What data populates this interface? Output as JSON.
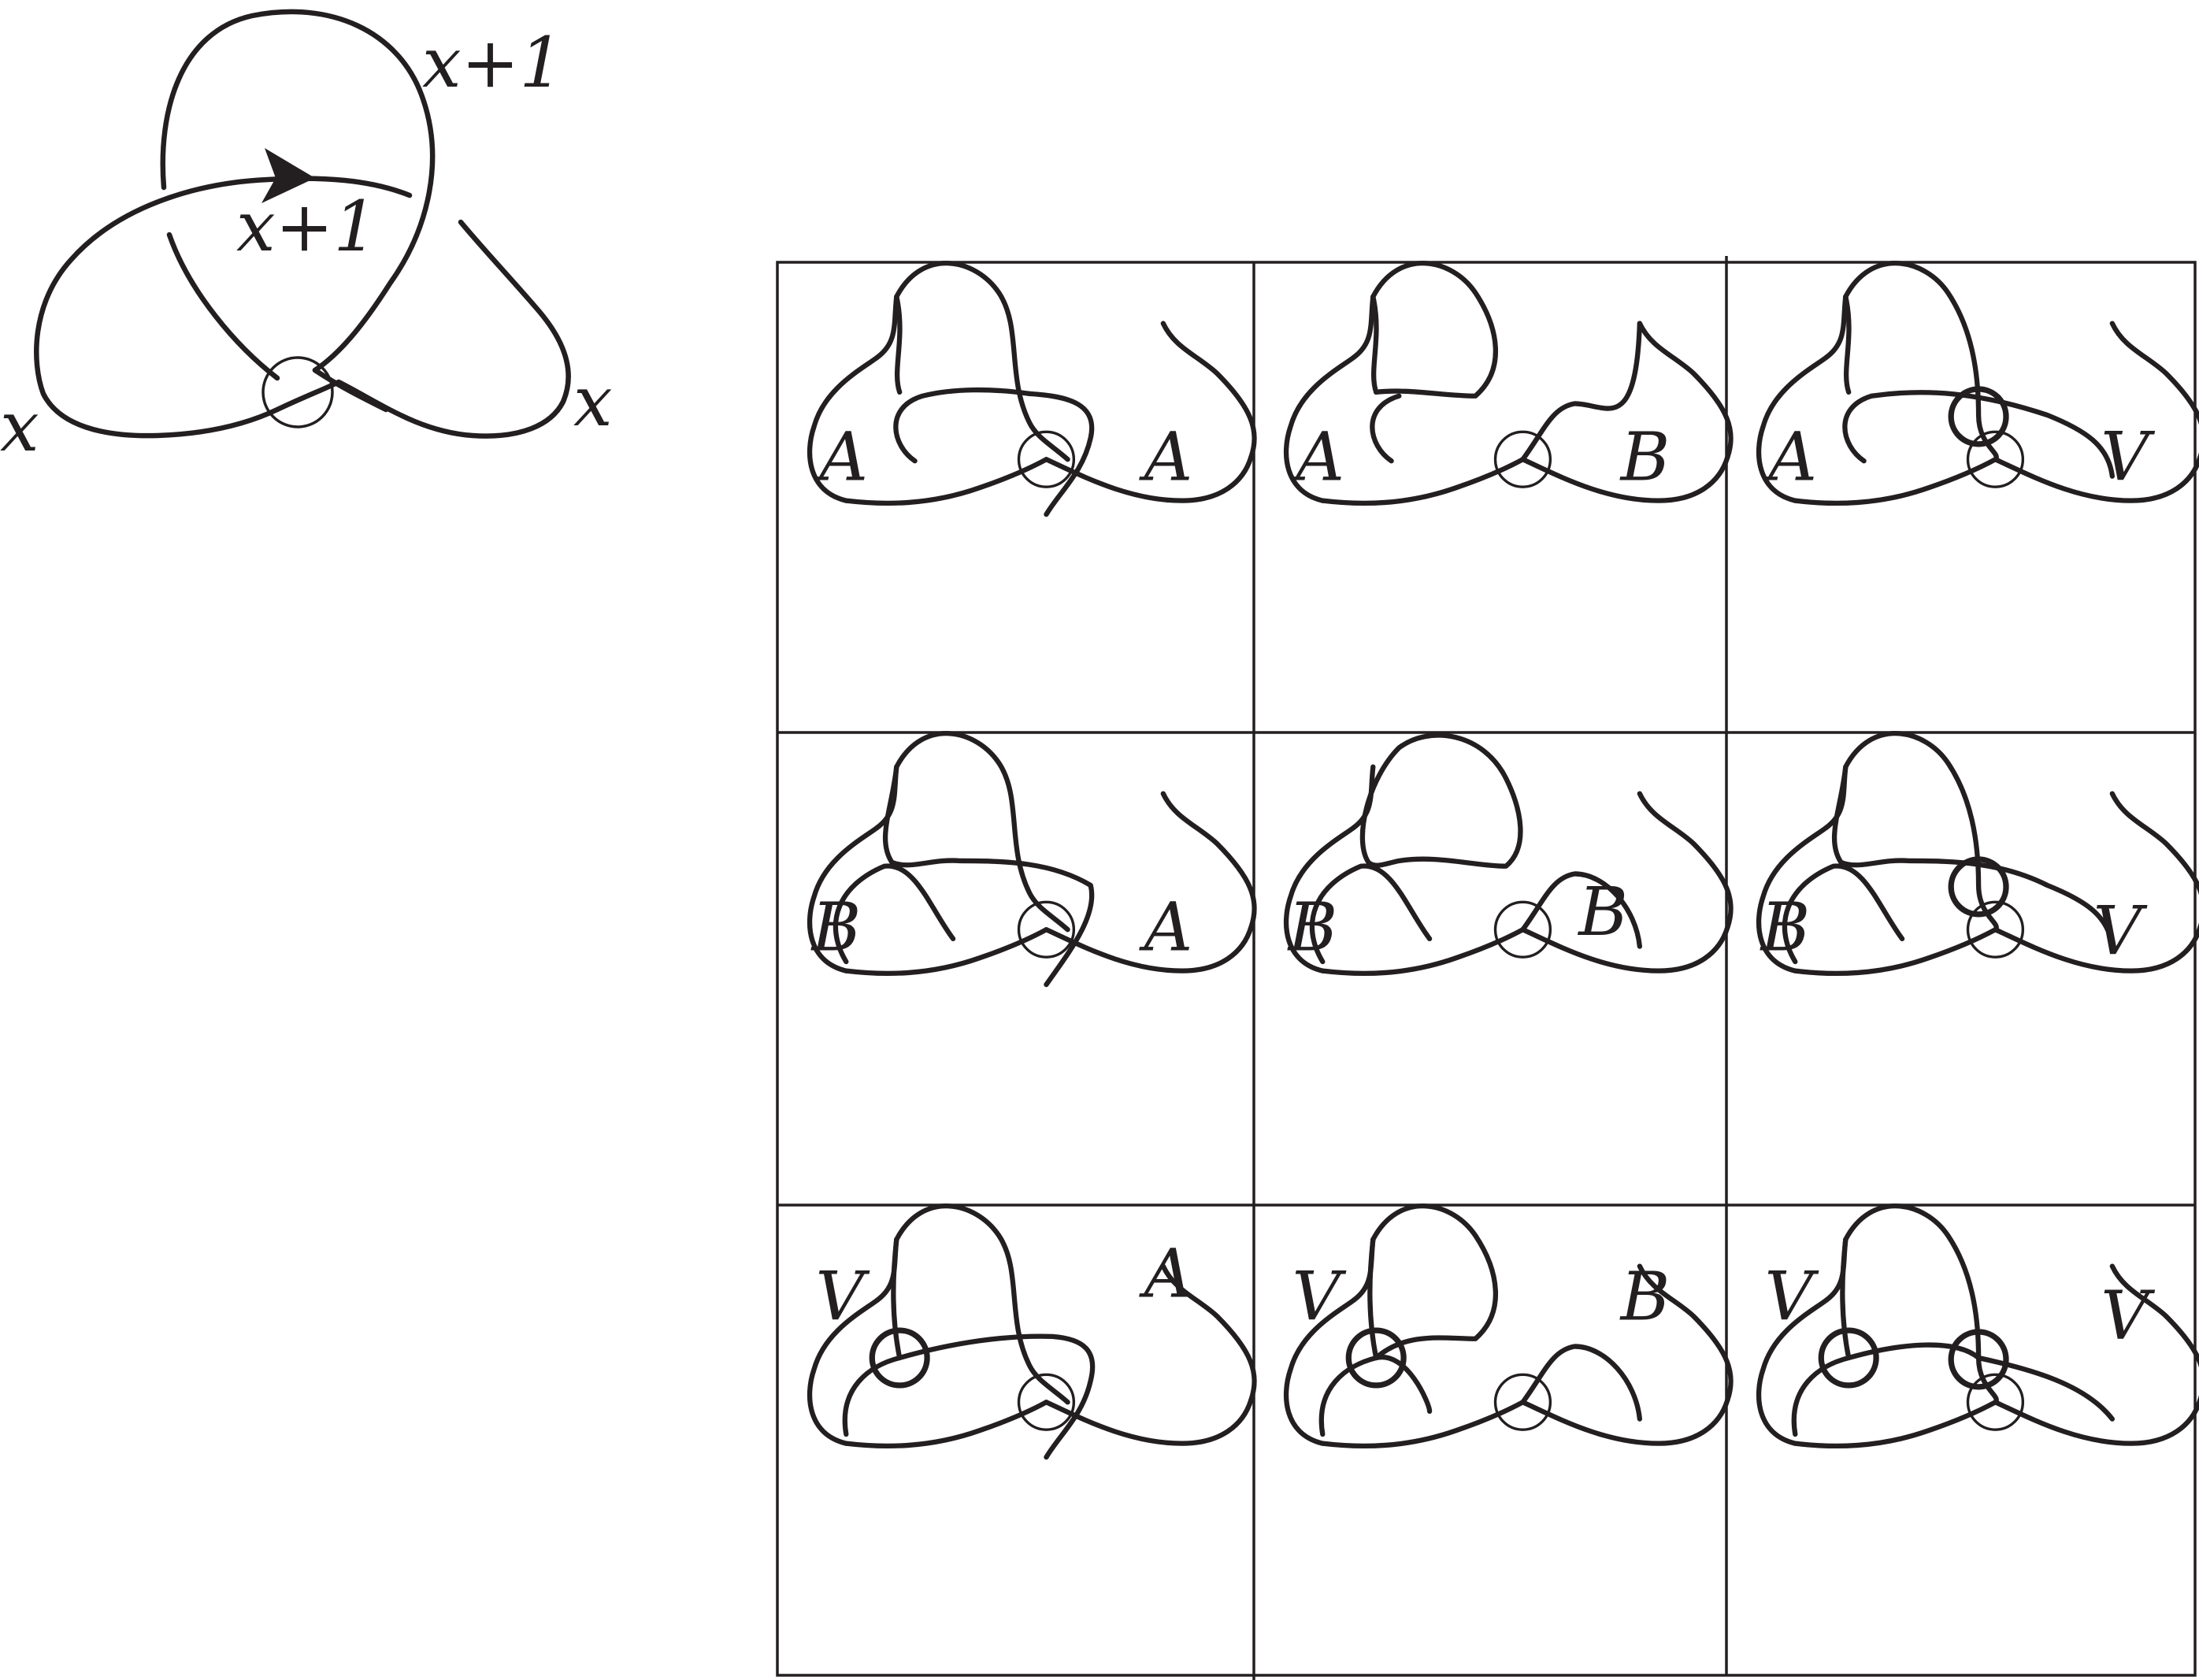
{
  "main_knot": {
    "labels": {
      "upper_right": "x+1",
      "center": "x+1",
      "left": "x",
      "right": "x"
    }
  },
  "grid": {
    "rows": 3,
    "cols": 3,
    "cells": [
      {
        "left": "A",
        "right": "A"
      },
      {
        "left": "A",
        "right": "B"
      },
      {
        "left": "A",
        "right": "V"
      },
      {
        "left": "B",
        "right": "A"
      },
      {
        "left": "B",
        "right": "B"
      },
      {
        "left": "B",
        "right": "V"
      },
      {
        "left": "V",
        "right": "A"
      },
      {
        "left": "V",
        "right": "B"
      },
      {
        "left": "V",
        "right": "V"
      }
    ]
  }
}
